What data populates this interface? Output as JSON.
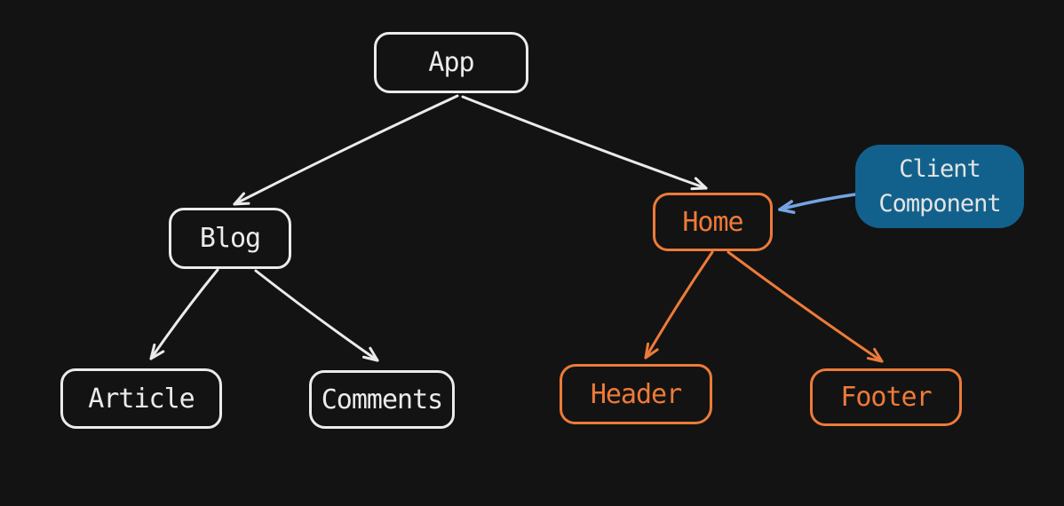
{
  "diagram": {
    "nodes": [
      {
        "id": "app",
        "label": "App",
        "variant": "server"
      },
      {
        "id": "blog",
        "label": "Blog",
        "variant": "server"
      },
      {
        "id": "article",
        "label": "Article",
        "variant": "server"
      },
      {
        "id": "comments",
        "label": "Comments",
        "variant": "server"
      },
      {
        "id": "home",
        "label": "Home",
        "variant": "client"
      },
      {
        "id": "header",
        "label": "Header",
        "variant": "client"
      },
      {
        "id": "footer",
        "label": "Footer",
        "variant": "client"
      },
      {
        "id": "client_component",
        "label": "Client Component",
        "variant": "callout"
      }
    ],
    "edges": [
      {
        "from": "app",
        "to": "blog",
        "color": "server"
      },
      {
        "from": "app",
        "to": "home",
        "color": "server"
      },
      {
        "from": "blog",
        "to": "article",
        "color": "server"
      },
      {
        "from": "blog",
        "to": "comments",
        "color": "server"
      },
      {
        "from": "home",
        "to": "header",
        "color": "client"
      },
      {
        "from": "home",
        "to": "footer",
        "color": "client"
      },
      {
        "from": "client_component",
        "to": "home",
        "color": "link"
      }
    ],
    "colors": {
      "background": "#131313",
      "server": "#ebebeb",
      "client": "#ed7b39",
      "link": "#74a4e4",
      "callout_fill": "#12618c",
      "callout_text": "#e4e4e4"
    }
  }
}
